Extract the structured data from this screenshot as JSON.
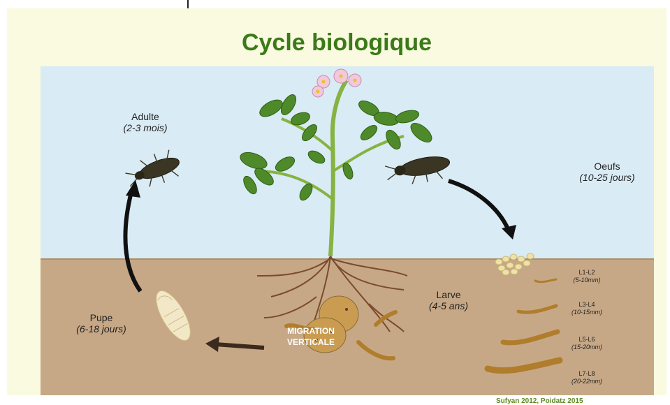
{
  "title": "Cycle biologique",
  "stages": {
    "adult": {
      "name": "Adulte",
      "duration": "(2-3 mois)"
    },
    "eggs": {
      "name": "Oeufs",
      "duration": "(10-25 jours)"
    },
    "larva": {
      "name": "Larve",
      "duration": "(4-5 ans)"
    },
    "pupa": {
      "name": "Pupe",
      "duration": "(6-18 jours)"
    }
  },
  "larval_stages": [
    {
      "label": "L1-L2",
      "size": "(5-10mm)"
    },
    {
      "label": "L3-L4",
      "size": "(10-15mm)"
    },
    {
      "label": "L5-L6",
      "size": "(15-20mm)"
    },
    {
      "label": "L7-L8",
      "size": "(20-22mm)"
    }
  ],
  "migration": {
    "line1": "MIGRATION",
    "line2": "VERTICALE"
  },
  "credit": "Sufyan 2012, Poidatz 2015",
  "colors": {
    "title": "#3b7a18",
    "sky": "#d9ebf4",
    "soil": "#c7a886",
    "background": "#fafae0",
    "credit": "#5d8a1f"
  }
}
